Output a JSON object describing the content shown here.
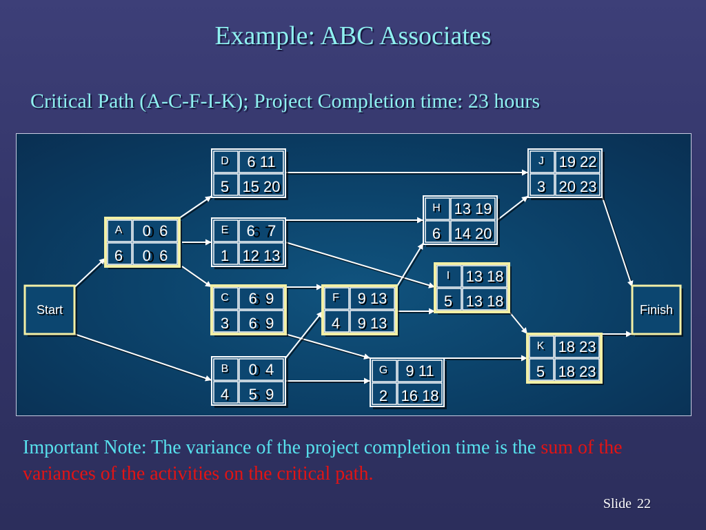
{
  "slide": {
    "title": "Example:  ABC Associates",
    "subtitle": "Critical Path (A-C-F-I-K);  Project Completion time: 23 hours",
    "note_part1": "Important Note: The variance of the project completion time is the ",
    "note_part2": "sum of the variances of the activities on the critical path.",
    "footer_label": "Slide",
    "slide_number": "22"
  },
  "network": {
    "start_label": "Start",
    "finish_label": "Finish",
    "activities": [
      {
        "id": "D",
        "duration": "5",
        "top": "6 11",
        "bottom": "15 20"
      },
      {
        "id": "A",
        "duration": "6",
        "top": "0  6",
        "bottom": "0  6"
      },
      {
        "id": "E",
        "duration": "1",
        "top": "6   7",
        "bottom": "12 13"
      },
      {
        "id": "C",
        "duration": "3",
        "top": "6  9",
        "bottom": "6  9"
      },
      {
        "id": "B",
        "duration": "4",
        "top": "0  4",
        "bottom": "5  9"
      },
      {
        "id": "F",
        "duration": "4",
        "top": "9 13",
        "bottom": "9 13"
      },
      {
        "id": "G",
        "duration": "2",
        "top": "9 11",
        "bottom": "16 18"
      },
      {
        "id": "H",
        "duration": "6",
        "top": "13 19",
        "bottom": "14 20"
      },
      {
        "id": "I",
        "duration": "5",
        "top": "13 18",
        "bottom": "13 18"
      },
      {
        "id": "J",
        "duration": "3",
        "top": "19 22",
        "bottom": "20 23"
      },
      {
        "id": "K",
        "duration": "5",
        "top": "18 23",
        "bottom": "18 23"
      }
    ],
    "critical_path": [
      "A",
      "C",
      "F",
      "I",
      "K"
    ],
    "edges": [
      [
        "Start",
        "A"
      ],
      [
        "Start",
        "B"
      ],
      [
        "A",
        "D"
      ],
      [
        "A",
        "E"
      ],
      [
        "A",
        "C"
      ],
      [
        "C",
        "F"
      ],
      [
        "C",
        "G"
      ],
      [
        "B",
        "F"
      ],
      [
        "B",
        "G"
      ],
      [
        "D",
        "J"
      ],
      [
        "E",
        "H"
      ],
      [
        "E",
        "I"
      ],
      [
        "F",
        "H"
      ],
      [
        "F",
        "I"
      ],
      [
        "H",
        "J"
      ],
      [
        "I",
        "K"
      ],
      [
        "G",
        "K"
      ],
      [
        "J",
        "Finish"
      ],
      [
        "K",
        "Finish"
      ]
    ],
    "colors": {
      "critical_border": "#f3f0a6",
      "normal_border": "#ffffff",
      "box_fill": "#0c4670",
      "arrow": "#ffffff"
    }
  }
}
